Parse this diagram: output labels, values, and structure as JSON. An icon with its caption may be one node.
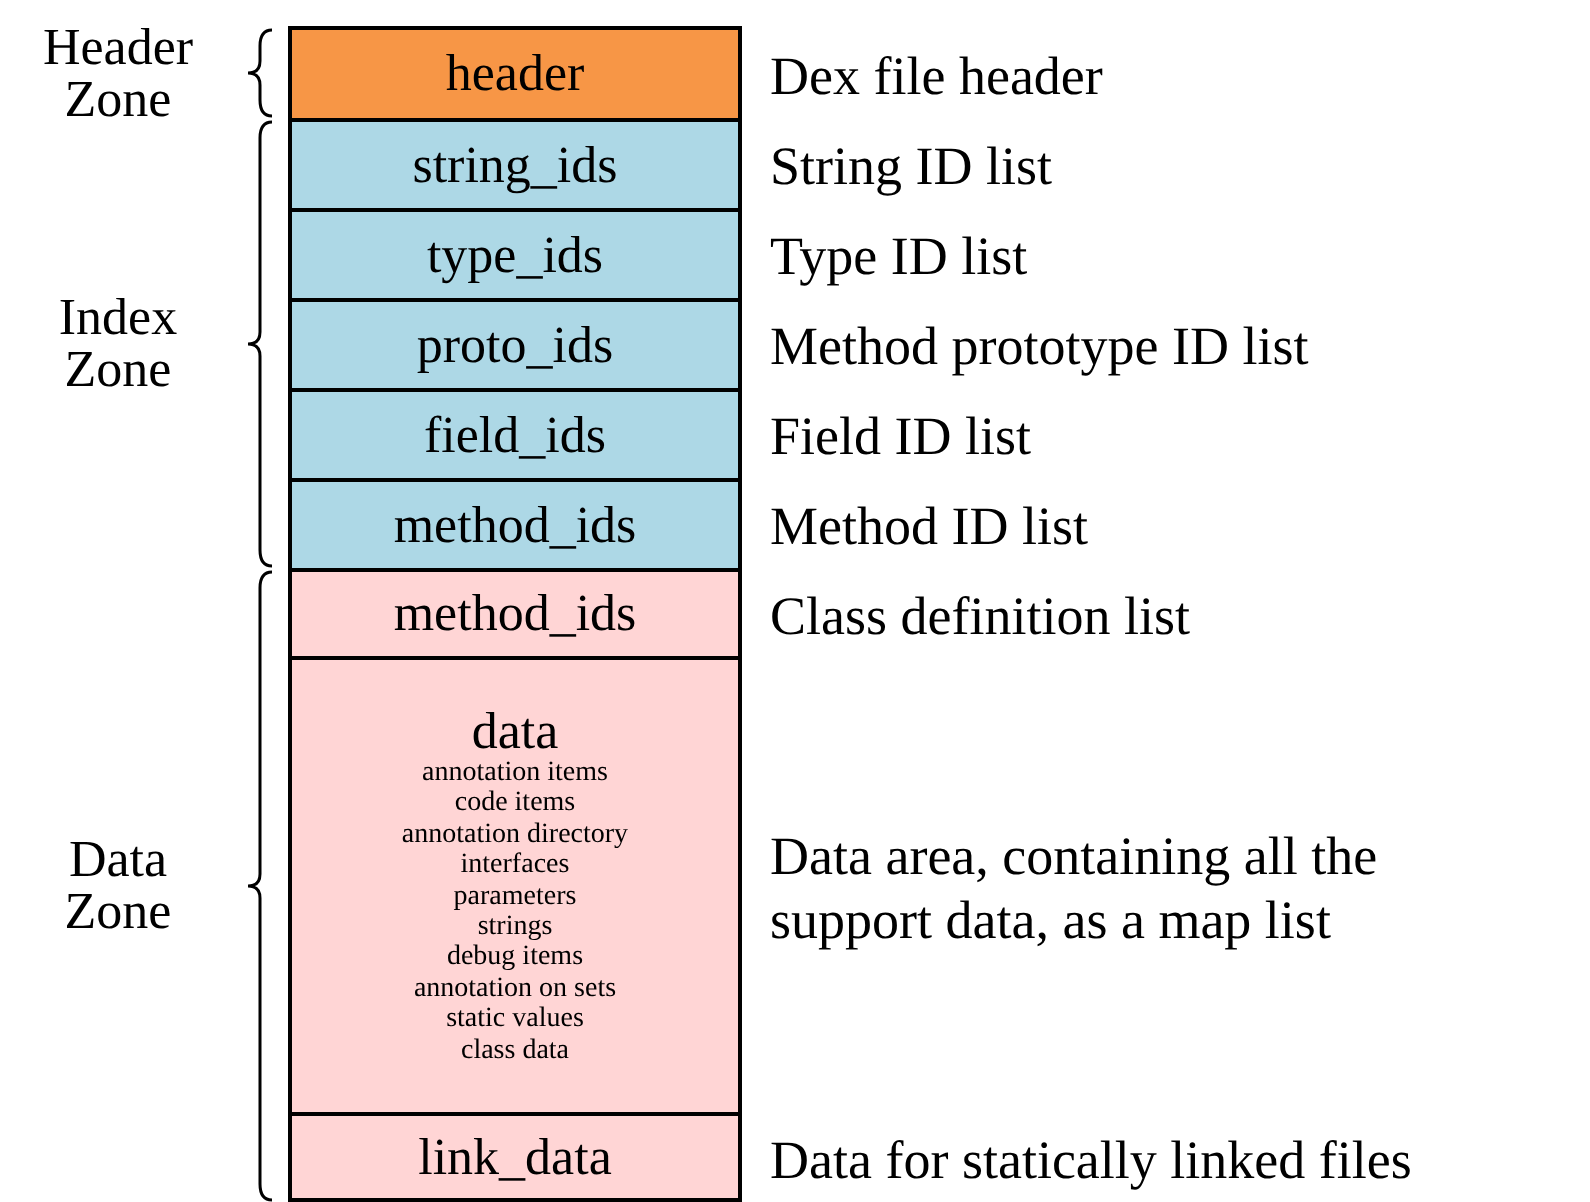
{
  "diagram": {
    "nodes": [
      {
        "text": [
          "header"
        ],
        "beside": [
          "Dex file header"
        ]
      },
      {
        "text": [
          "string_ids"
        ],
        "beside": [
          "String ID list"
        ]
      },
      {
        "text": [
          "type_ids"
        ],
        "beside": [
          "Type ID list"
        ]
      },
      {
        "text": [
          "proto_ids"
        ],
        "beside": [
          "Method prototype ID list"
        ]
      },
      {
        "text": [
          "field_ids"
        ],
        "beside": [
          "Field ID list"
        ]
      },
      {
        "text": [
          "method_ids"
        ],
        "beside": [
          "Method ID list"
        ]
      },
      {
        "text": [
          "method_ids"
        ],
        "beside": [
          "Class definition list"
        ]
      },
      {
        "text": [
          "data",
          "annotation items",
          "code items",
          "annotation directory",
          "interfaces",
          "parameters",
          "strings",
          "debug items",
          "annotation on sets",
          "static values",
          "class data"
        ],
        "beside": [
          "Data area, containing all the support data, as a map list"
        ]
      },
      {
        "text": [
          "link_data"
        ],
        "beside": [
          "Data for statically linked files"
        ]
      }
    ],
    "labels": [
      "Header Zone",
      "Index Zone",
      "Data Zone"
    ]
  }
}
